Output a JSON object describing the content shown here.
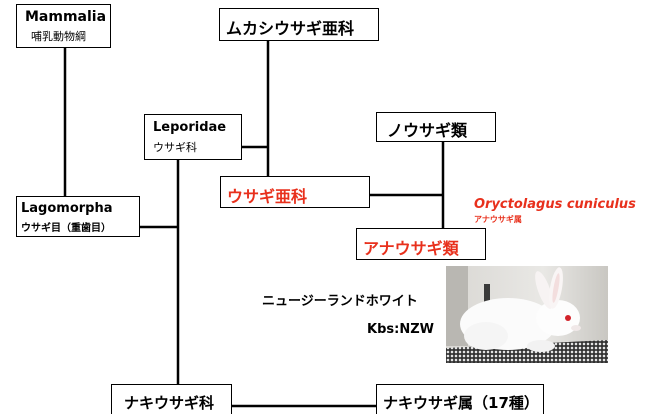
{
  "nodes": {
    "mammalia": {
      "latin": "Mammalia",
      "japanese": "哺乳動物綱"
    },
    "mukashi": {
      "label": "ムカシウサギ亜科"
    },
    "leporidae": {
      "latin": "Leporidae",
      "japanese": "ウサギ科"
    },
    "nousagi": {
      "label": "ノウサギ類"
    },
    "lagomorpha": {
      "latin": "Lagomorpha",
      "japanese": "ウサギ目（重歯目）"
    },
    "usagi_subfamily": {
      "label": "ウサギ亜科"
    },
    "anausagi": {
      "label": "アナウサギ類"
    },
    "nakiusagi_family": {
      "label": "ナキウサギ科"
    },
    "nakiusagi_genus": {
      "label": "ナキウサギ属（17種）"
    }
  },
  "species": {
    "latin": "Oryctolagus cuniculus",
    "japanese": "アナウサギ属"
  },
  "photo_caption": {
    "breed": "ニュージーランドホワイト",
    "strain": "Kbs:NZW"
  },
  "colors": {
    "highlight": "#e8301c",
    "line": "#000000"
  }
}
